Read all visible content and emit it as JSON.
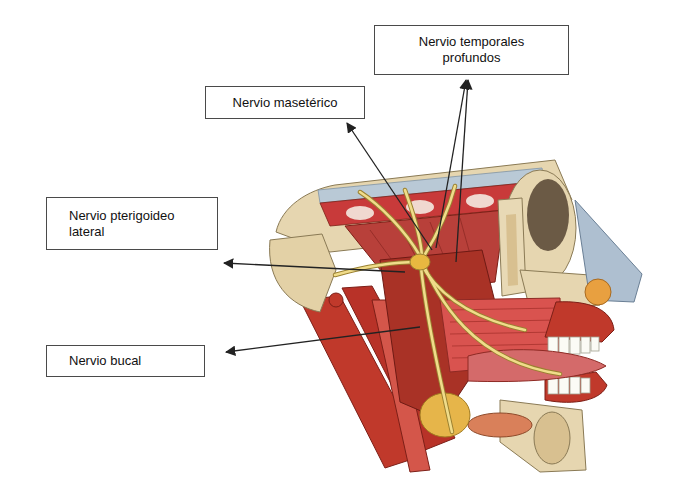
{
  "diagram": {
    "nodes": [
      {
        "text": [
          "Nervio temporales profundos"
        ]
      },
      {
        "text": [
          "Nervio masetérico"
        ]
      },
      {
        "text": [
          "Nervio pterigoideo lateral"
        ]
      },
      {
        "text": [
          "Nervio bucal"
        ]
      }
    ]
  }
}
